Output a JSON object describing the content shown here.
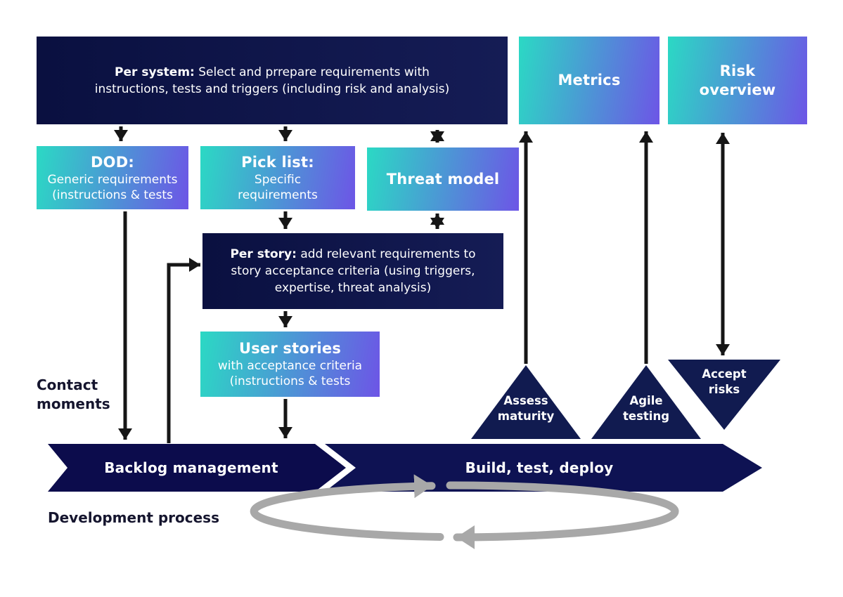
{
  "colors": {
    "background": "#FFFFFF",
    "navy": "#0A1040",
    "navy2": "#151C55",
    "banner1": "#0C0C4C",
    "banner2": "#0E1253",
    "triangle": "#111B50",
    "teal": "#2BD9C4",
    "purple": "#6D55E6",
    "arrow": "#161616",
    "loop": "#A8A8A8",
    "text_dark": "#15152E"
  },
  "boxes": {
    "per_system": {
      "line1_lead": "Per system:",
      "line1_rest": " Select and prrepare requirements with",
      "line2": "instructions, tests and triggers (including risk and analysis)"
    },
    "metrics": {
      "title": "Metrics"
    },
    "risk_overview": {
      "line1": "Risk",
      "line2": "overview"
    },
    "dod": {
      "title": "DOD:",
      "line2": "Generic requirements",
      "line3": "(instructions & tests"
    },
    "pick_list": {
      "title": "Pick list:",
      "line2": "Specific",
      "line3": "requirements"
    },
    "threat_model": {
      "title": "Threat model"
    },
    "per_story": {
      "line1_lead": "Per story:",
      "line1_rest": " add relevant requirements to",
      "line2": "story acceptance criteria (using triggers,",
      "line3": "expertise, threat analysis)"
    },
    "user_stories": {
      "title": "User stories",
      "line2": "with acceptance criteria",
      "line3": "(instructions & tests"
    }
  },
  "banners": {
    "backlog": {
      "label": "Backlog management"
    },
    "build": {
      "label": "Build, test, deploy"
    }
  },
  "triangles": {
    "assess": {
      "line1": "Assess",
      "line2": "maturity"
    },
    "agile": {
      "line1": "Agile",
      "line2": "testing"
    },
    "accept": {
      "line1": "Accept",
      "line2": "risks"
    }
  },
  "labels": {
    "contact": {
      "line1": "Contact",
      "line2": "moments"
    },
    "development": {
      "text": "Development process"
    }
  }
}
